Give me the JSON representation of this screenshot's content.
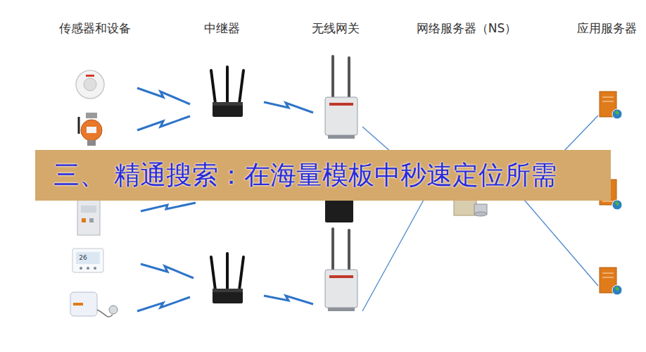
{
  "diagram": {
    "nodes": [
      {
        "text": [
          "三、 精通搜索：在海量模板中秒速定位所需"
        ]
      }
    ],
    "labels": [
      "传感器和设备",
      "中继器",
      "无线网关",
      "网络服务器（NS）",
      "应用服务器",
      "26"
    ]
  }
}
